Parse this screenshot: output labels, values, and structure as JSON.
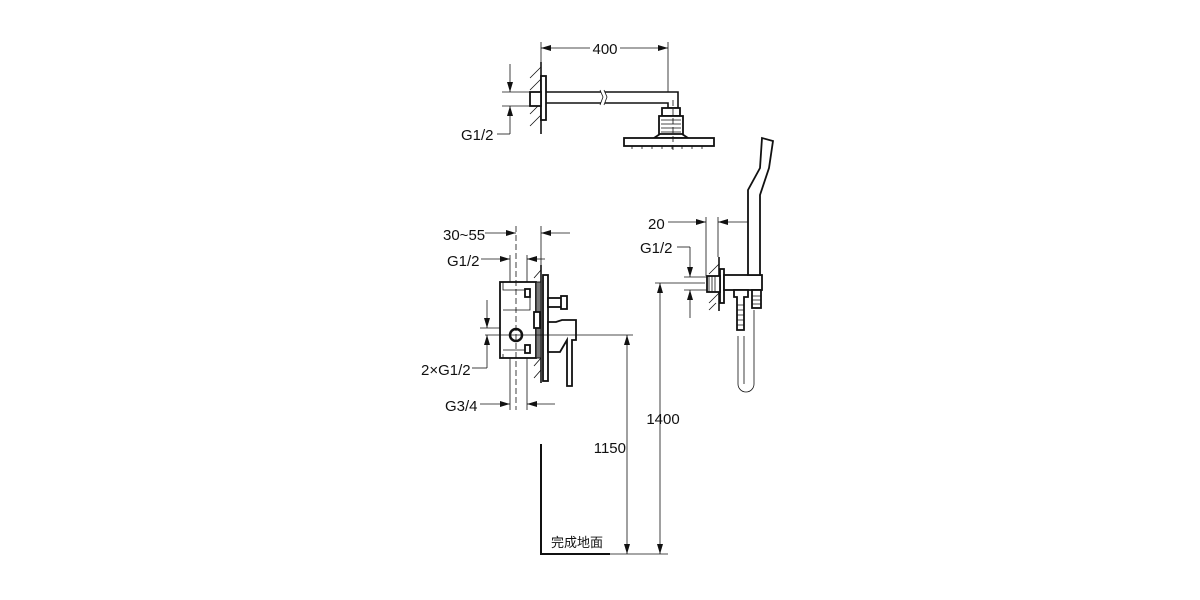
{
  "dimensions": {
    "arm_length": "400",
    "head_inlet": "G1/2",
    "mixer_depth": "30~55",
    "mixer_inlet": "G1/2",
    "mixer_outlets": "2×G1/2",
    "mixer_supply": "G3/4",
    "outlet_offset": "20",
    "outlet_thread": "G1/2",
    "mixer_height": "1150",
    "outlet_height": "1400"
  },
  "floor_label": "完成地面"
}
